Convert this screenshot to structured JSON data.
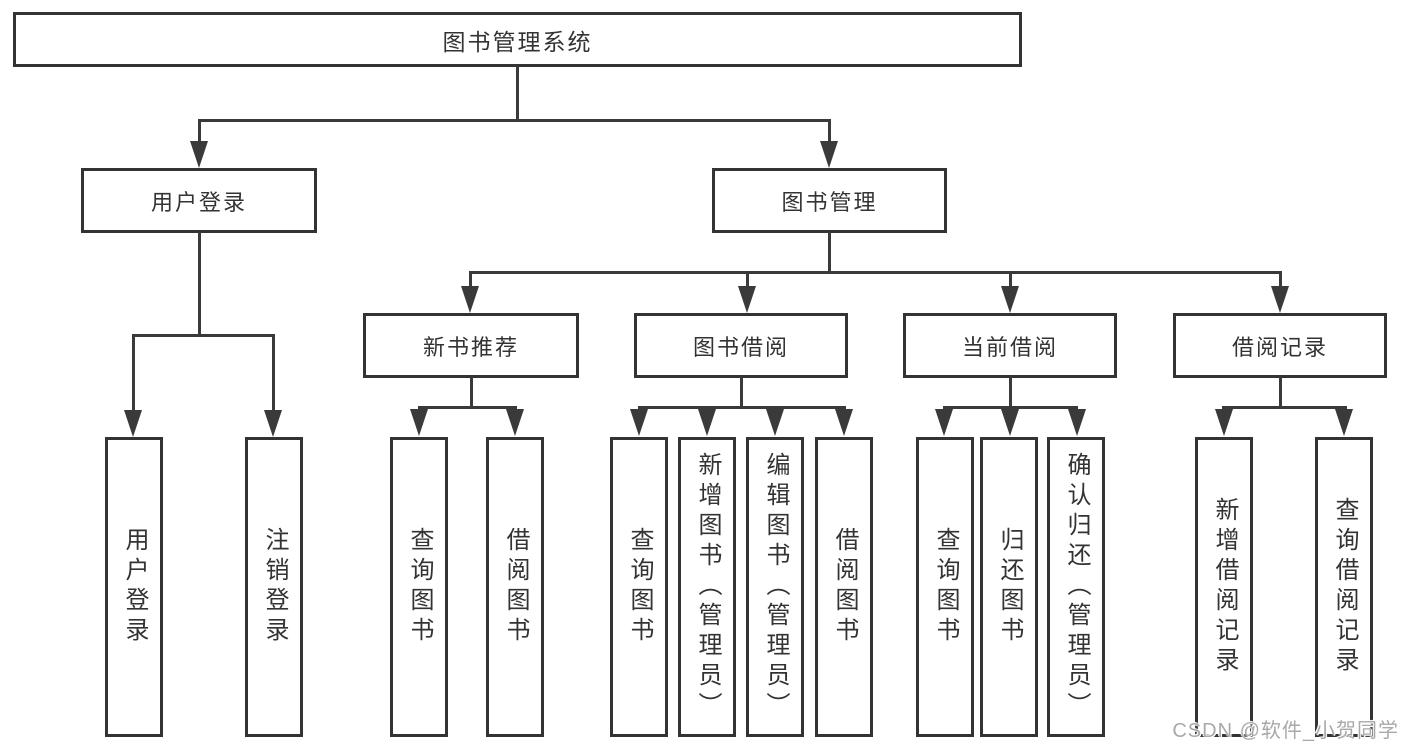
{
  "colors": {
    "line": "#3a3a3a",
    "box_border": "#333333",
    "text": "#333333",
    "background": "#ffffff",
    "watermark_text": "#a9a9a9"
  },
  "watermark": {
    "text": "CSDN @软件_小贺同学"
  },
  "tree": {
    "root": {
      "label": "图书管理系统"
    },
    "branches": [
      {
        "label": "用户登录",
        "children": [
          {
            "label": "用户登录"
          },
          {
            "label": "注销登录"
          }
        ]
      },
      {
        "label": "图书管理",
        "sections": [
          {
            "label": "新书推荐",
            "children": [
              {
                "label": "查询图书"
              },
              {
                "label": "借阅图书"
              }
            ]
          },
          {
            "label": "图书借阅",
            "children": [
              {
                "label": "查询图书"
              },
              {
                "label": "新增图书（管理员）"
              },
              {
                "label": "编辑图书（管理员）"
              },
              {
                "label": "借阅图书"
              }
            ]
          },
          {
            "label": "当前借阅",
            "children": [
              {
                "label": "查询图书"
              },
              {
                "label": "归还图书"
              },
              {
                "label": "确认归还（管理员）"
              }
            ]
          },
          {
            "label": "借阅记录",
            "children": [
              {
                "label": "新增借阅记录"
              },
              {
                "label": "查询借阅记录"
              }
            ]
          }
        ]
      }
    ]
  }
}
